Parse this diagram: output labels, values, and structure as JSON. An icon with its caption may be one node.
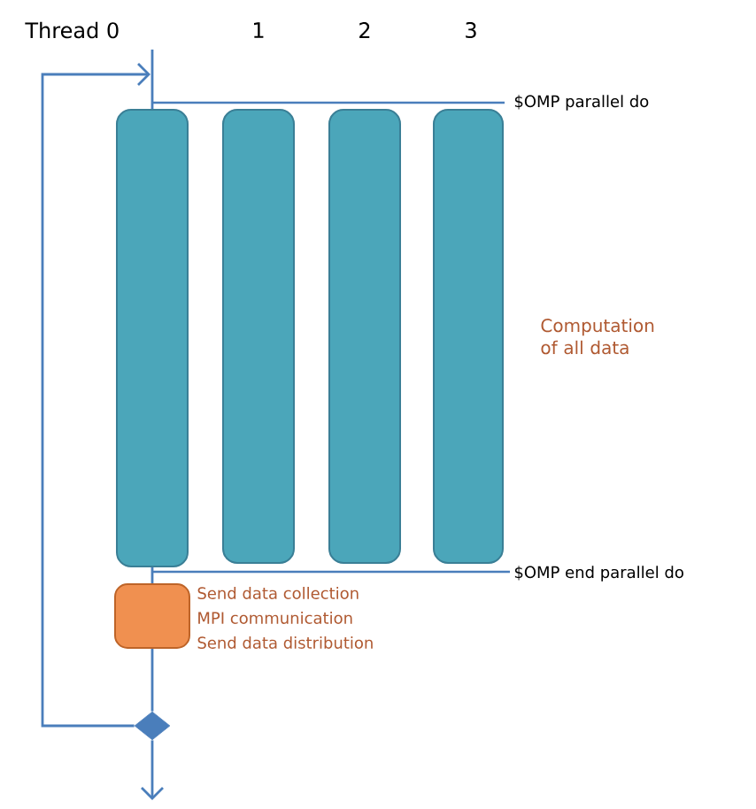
{
  "diagram": {
    "nodes": [
      {
        "text": [],
        "shape": "bar"
      },
      {
        "text": [],
        "shape": "bar"
      },
      {
        "text": [],
        "shape": "bar"
      },
      {
        "text": [],
        "shape": "bar"
      },
      {
        "text": [],
        "shape": "box",
        "beside": [
          "Send data collection",
          "MPI communication",
          "Send data distribution"
        ]
      },
      {
        "text": [],
        "shape": "diamond"
      }
    ],
    "edges": [
      {
        "from": null,
        "to": 0,
        "arrow": "none"
      },
      {
        "from": 5,
        "to": null,
        "arrow": "to"
      },
      {
        "from": 0,
        "to": 4,
        "arrow": "none"
      },
      {
        "from": 4,
        "to": 5,
        "arrow": "none"
      },
      {
        "from": 5,
        "to": null,
        "arrow": "to"
      }
    ],
    "labels": [
      "Thread 0",
      "1",
      "2",
      "3",
      "$OMP parallel do",
      "$OMP end parallel do",
      "Computation of all data"
    ]
  }
}
